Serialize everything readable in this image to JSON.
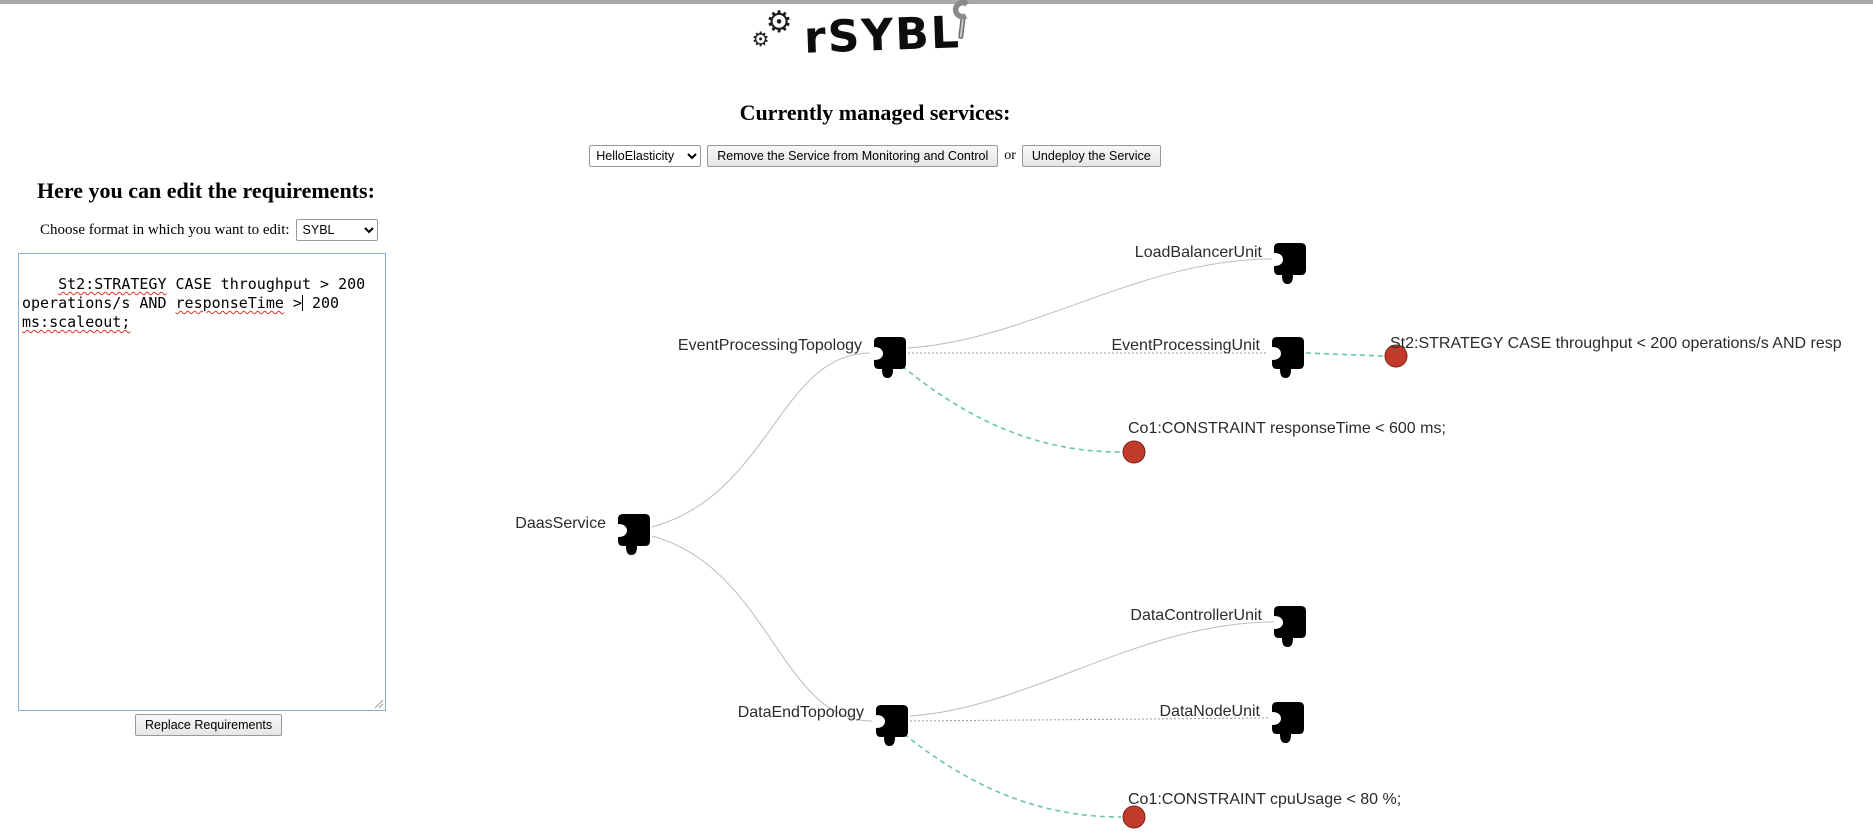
{
  "logo": {
    "text": "rSYBL"
  },
  "header": {
    "title": "Currently managed services:",
    "service_select": {
      "value": "HelloElasticity"
    },
    "remove_button_label": "Remove the Service from Monitoring and Control",
    "conjunction": "or",
    "undeploy_button_label": "Undeploy the Service"
  },
  "requirements_panel": {
    "heading": "Here you can edit the requirements:",
    "format_label": "Choose format in which you want to edit:",
    "format_select": {
      "value": "SYBL"
    },
    "editor": {
      "full_text": "St2:STRATEGY CASE throughput > 200 operations/s AND responseTime > 200 ms:scaleout;",
      "segments": [
        {
          "text": "St2:STRATEGY",
          "misspelled": true
        },
        {
          "text": " CASE throughput > 200 operations/s AND ",
          "misspelled": false
        },
        {
          "text": "responseTime",
          "misspelled": true
        },
        {
          "text": " >",
          "misspelled": false
        },
        {
          "text": "",
          "cursor": true
        },
        {
          "text": " 200 ",
          "misspelled": false
        },
        {
          "text": "ms:scaleout;",
          "misspelled": true
        }
      ]
    },
    "replace_button_label": "Replace Requirements"
  },
  "service_tree": {
    "colors": {
      "puzzle_fill": "#7cb390",
      "puzzle_stroke": "#3c453f",
      "constraint_fill": "#c23b2a",
      "constraint_stroke": "#7c241b",
      "edge": "#bcbcbc",
      "dotted_edge": "#9a9a9a",
      "elasticity_edge": "#6cc5a4"
    },
    "nodes": {
      "daas_service": "DaasService",
      "event_processing_topology": "EventProcessingTopology",
      "load_balancer_unit": "LoadBalancerUnit",
      "event_processing_unit": "EventProcessingUnit",
      "data_end_topology": "DataEndTopology",
      "data_controller_unit": "DataControllerUnit",
      "data_node_unit": "DataNodeUnit"
    },
    "requirements": {
      "st2_strategy": "St2:STRATEGY CASE throughput < 200 operations/s AND resp",
      "co1_response_time": "Co1:CONSTRAINT responseTime < 600 ms;",
      "co1_cpu_usage": "Co1:CONSTRAINT cpuUsage < 80 %;"
    }
  }
}
